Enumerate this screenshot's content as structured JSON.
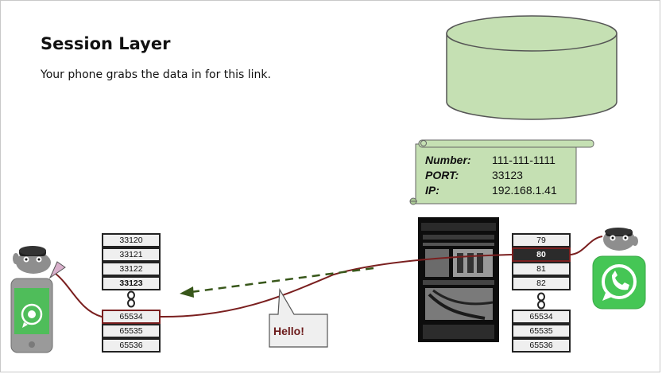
{
  "slide": {
    "title": "Session Layer",
    "subtitle": "Your phone grabs the data in for this link."
  },
  "record": {
    "number_label": "Number:",
    "number_value": "111-111-1111",
    "port_label": "PORT:",
    "port_value": "33123",
    "ip_label": "IP:",
    "ip_value": "192.168.1.41"
  },
  "left_ports_top": [
    "33120",
    "33121",
    "33122",
    "33123"
  ],
  "left_ports_bottom": [
    "65534",
    "65535",
    "65536"
  ],
  "right_ports_top": [
    "79",
    "80",
    "81",
    "82"
  ],
  "right_ports_bottom": [
    "65534",
    "65535",
    "65536"
  ],
  "callout": {
    "text": "Hello!"
  },
  "colors": {
    "database": "#c5e0b3",
    "scroll": "#c5e0b3",
    "link_line": "#7a1f1f",
    "arrow": "#38571a",
    "whatsapp": "#45c655"
  },
  "icons": {
    "database": "database-cylinder-icon",
    "left_phone": "whatsapp-phone-icon",
    "right_app": "whatsapp-app-icon",
    "left_mascot": "gopher-mascot-icon",
    "right_mascot": "gopher-mascot-icon",
    "server": "server-rack-photo"
  }
}
